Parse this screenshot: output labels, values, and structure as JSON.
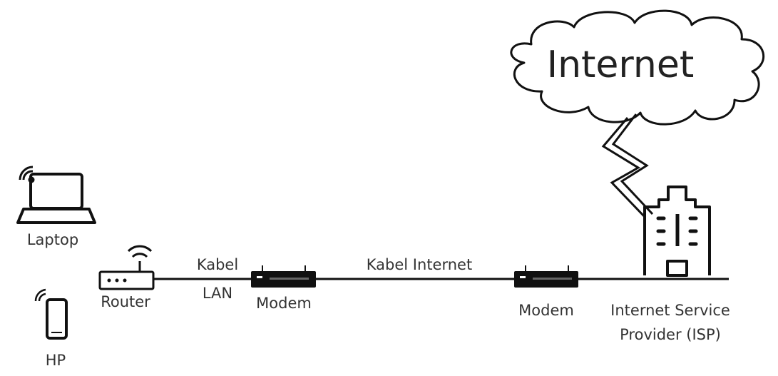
{
  "labels": {
    "internet": "Internet",
    "laptop": "Laptop",
    "phone": "HP",
    "router": "Router",
    "cable_lan_line1": "Kabel",
    "cable_lan_line2": "LAN",
    "modem_left": "Modem",
    "cable_internet": "Kabel Internet",
    "modem_right": "Modem",
    "isp_line1": "Internet Service",
    "isp_line2": "Provider (ISP)"
  },
  "icons": {
    "cloud": "cloud-icon",
    "laptop": "laptop-icon",
    "phone": "phone-icon",
    "router": "router-icon",
    "modem": "modem-icon",
    "building": "building-icon",
    "wifi": "wifi-icon",
    "link": "lightning-link-icon"
  },
  "colors": {
    "line": "#111111",
    "text": "#333333",
    "background": "#ffffff"
  }
}
